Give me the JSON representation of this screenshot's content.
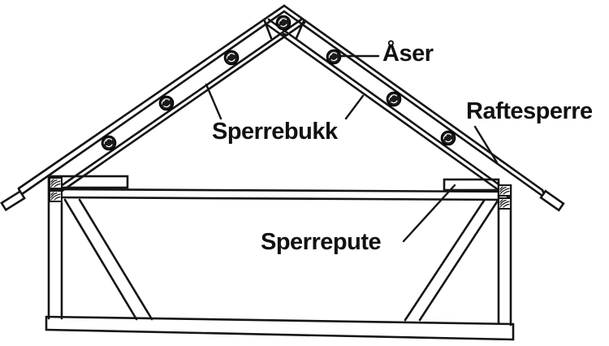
{
  "title": "Roof purlin construction diagram",
  "labels": {
    "aaser": "Åser",
    "sperrebukk": "Sperrebukk",
    "raftesperre": "Raftesperre",
    "sperrepute": "Sperrepute"
  },
  "colors": {
    "ink": "#151515",
    "background": "#ffffff"
  },
  "parts": {
    "purlin_count_left_slope": 3,
    "purlin_count_right_slope": 3,
    "purlin_count_ridge": 1
  }
}
